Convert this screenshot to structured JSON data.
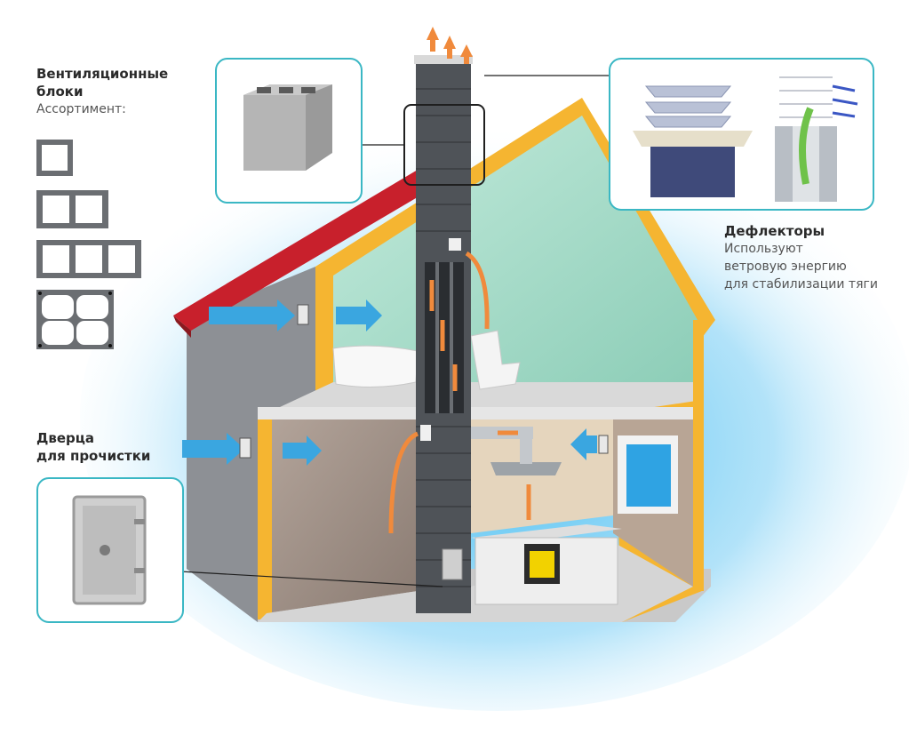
{
  "labels": {
    "blocks_title_line1": "Вентиляционные",
    "blocks_title_line2": "блоки",
    "blocks_subtitle": "Ассортимент:",
    "deflectors_title": "Дефлекторы",
    "deflectors_desc_line1": "Используют",
    "deflectors_desc_line2": "ветровую энергию",
    "deflectors_desc_line3": "для стабилизации тяги",
    "door_title_line1": "Дверца",
    "door_title_line2": "для прочистки"
  },
  "colors": {
    "callout_border": "#3ab7c4",
    "airflow_in": "#3aa6e0",
    "airflow_out": "#f08a3c",
    "chimney": "#4f5358",
    "wall_insulation": "#f5b531",
    "roof": "#c8202c",
    "room_green": "#a6dbc9",
    "glow": "#39b9f0"
  },
  "icons": [
    "block-1-channel-icon",
    "block-2-channel-icon",
    "block-3-channel-icon",
    "block-4-channel-icon",
    "airflow-arrow-icon",
    "exhaust-arrow-icon"
  ]
}
